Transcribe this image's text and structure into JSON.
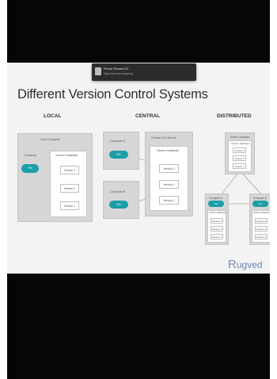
{
  "toast": {
    "line1": "Fence Reward 01",
    "line2": "https://cms/demo/spring"
  },
  "slide": {
    "title": "Different Version Control Systems",
    "sections": {
      "local": "LOCAL",
      "central": "CENTRAL",
      "distributed": "DISTRIBUTED"
    },
    "local": {
      "computer_label": "Local Computer",
      "checkout_label": "Checkout",
      "file_label": "File",
      "db_label": "Version Database",
      "versions": [
        "Version 3",
        "Version 2",
        "Version 1"
      ]
    },
    "central": {
      "computer_a": "Computer A",
      "computer_b": "Computer B",
      "file_a": "File",
      "file_b": "File",
      "server_label": "Central VCS Server",
      "db_label": "Version Database",
      "versions": [
        "Version 3",
        "Version 2",
        "Version 1"
      ]
    },
    "distributed": {
      "server_label": "Server Computer",
      "server_db_label": "Version Database",
      "server_versions": [
        "Version 3",
        "Version 2",
        "Version 1"
      ],
      "computer_a": "Computer A",
      "computer_b": "Computer B",
      "file_a": "File",
      "file_b": "File",
      "db_a_label": "Version Database",
      "db_b_label": "Version Database",
      "versions_a": [
        "Version 3",
        "Version 2",
        "Version 1"
      ],
      "versions_b": [
        "Version 3",
        "Version 2",
        "Version 1"
      ]
    },
    "logo": {
      "initial": "R",
      "rest": "ugved"
    },
    "colors": {
      "accent": "#1c9ea6",
      "panel": "#d6d6d6",
      "background": "#f3f3f3"
    }
  }
}
